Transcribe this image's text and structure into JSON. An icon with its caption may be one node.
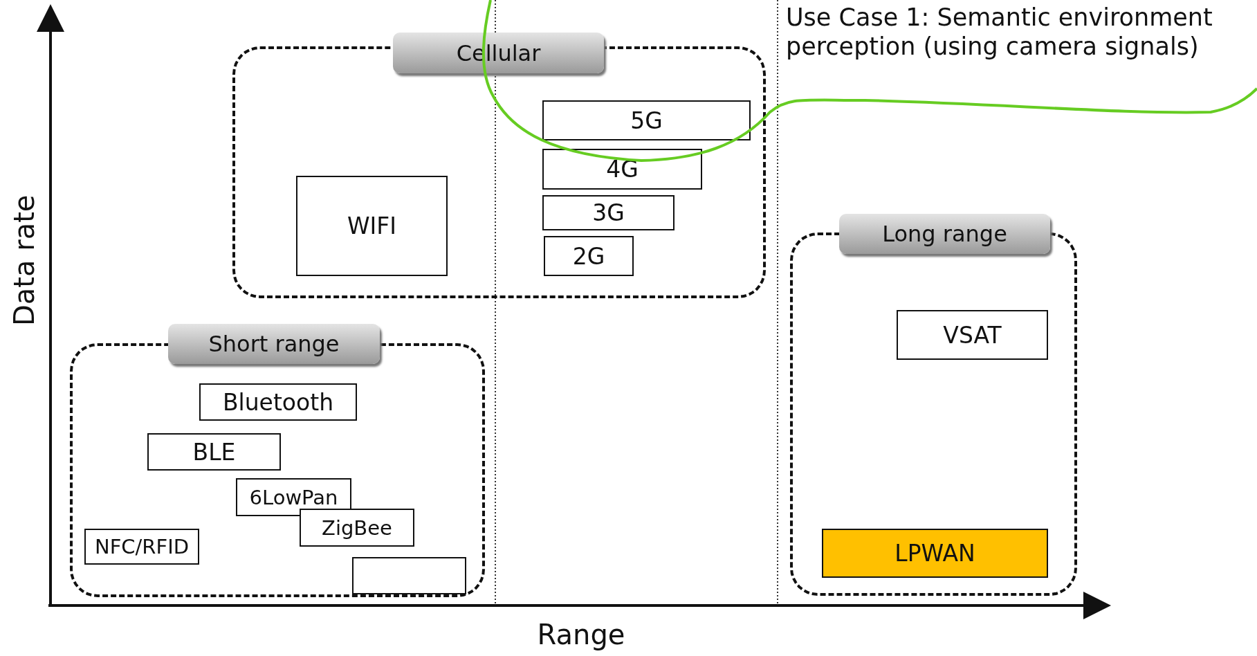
{
  "diagram": {
    "nodes": [
      {
        "text": [
          "Cellular"
        ]
      },
      {
        "text": [
          "WIFI"
        ],
        "in": 0
      },
      {
        "text": [
          "5G"
        ],
        "in": 0
      },
      {
        "text": [
          "4G"
        ],
        "in": 0
      },
      {
        "text": [
          "3G"
        ],
        "in": 0
      },
      {
        "text": [
          "2G"
        ],
        "in": 0
      },
      {
        "text": [
          "Short range"
        ]
      },
      {
        "text": [
          "Bluetooth"
        ],
        "in": 6
      },
      {
        "text": [
          "BLE"
        ],
        "in": 6
      },
      {
        "text": [
          "6LowPan"
        ],
        "in": 6
      },
      {
        "text": [
          "ZigBee"
        ],
        "in": 6
      },
      {
        "text": [
          "NFC/RFID"
        ],
        "in": 6
      },
      {
        "text": [],
        "shape": "box",
        "in": 6
      },
      {
        "text": [
          "Long range"
        ]
      },
      {
        "text": [
          "VSAT"
        ],
        "in": 13
      },
      {
        "text": [
          "LPWAN"
        ],
        "in": 13
      }
    ],
    "edges": [],
    "labels": [
      "Use Case 1: Semantic environment perception (using camera signals)",
      "Data rate",
      "Range"
    ]
  }
}
